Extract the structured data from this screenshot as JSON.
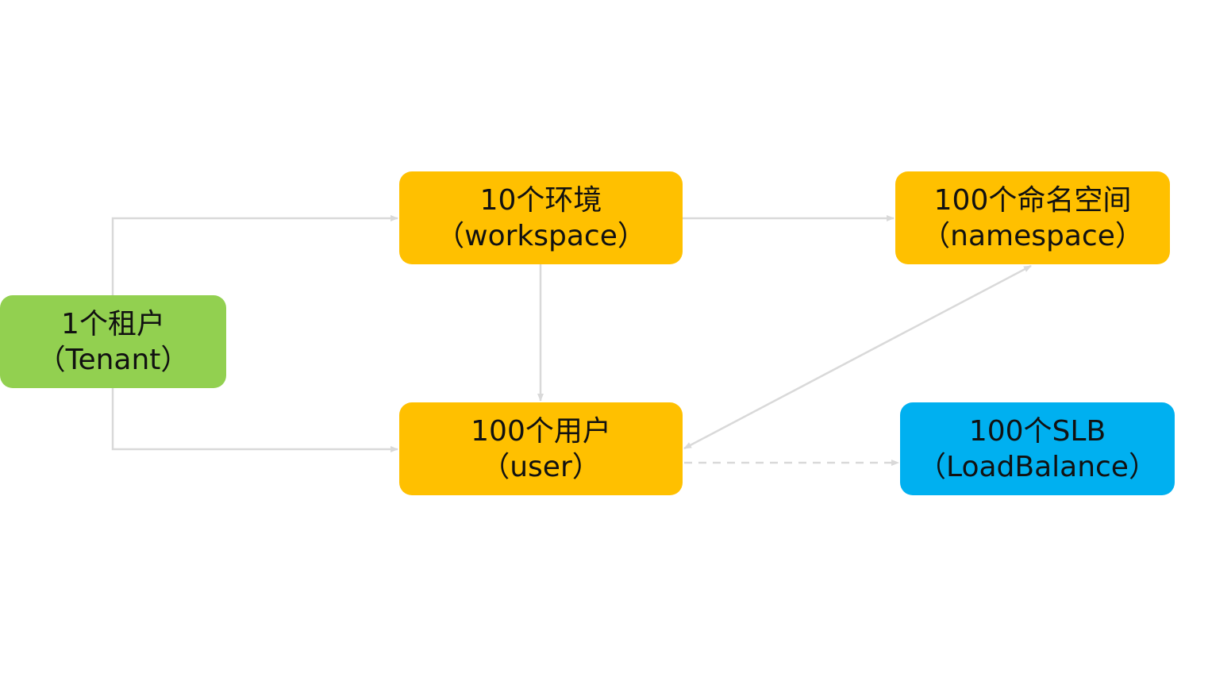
{
  "colors": {
    "tenant": "#92D050",
    "workspace": "#FFC000",
    "namespace": "#FFC000",
    "user": "#FFC000",
    "slb": "#00B0F0",
    "connector": "#D9D9D9"
  },
  "nodes": {
    "tenant": {
      "line1": "1个租户",
      "line2": "（Tenant）"
    },
    "workspace": {
      "line1": "10个环境",
      "line2": "（workspace）"
    },
    "namespace": {
      "line1": "100个命名空间",
      "line2": "（namespace）"
    },
    "user": {
      "line1": "100个用户",
      "line2": "（user）"
    },
    "slb": {
      "line1": "100个SLB",
      "line2": "（LoadBalance）"
    }
  },
  "edges": [
    {
      "from": "tenant",
      "to": "workspace",
      "style": "solid"
    },
    {
      "from": "tenant",
      "to": "user",
      "style": "solid"
    },
    {
      "from": "workspace",
      "to": "namespace",
      "style": "solid"
    },
    {
      "from": "workspace",
      "to": "user",
      "style": "solid"
    },
    {
      "from": "namespace",
      "to": "user",
      "style": "solid",
      "bidirectional": true
    },
    {
      "from": "user",
      "to": "slb",
      "style": "dashed"
    }
  ]
}
